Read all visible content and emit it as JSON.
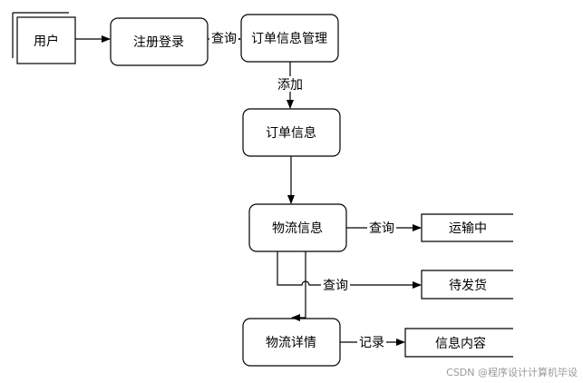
{
  "diagram": {
    "colors": {
      "stroke": "#000000",
      "fill": "#ffffff",
      "text": "#000000",
      "watermark": "#9a9a9a"
    },
    "external_entity": {
      "label": "用户"
    },
    "processes": {
      "register_login": "注册登录",
      "order_info_mgmt": "订单信息管理",
      "order_info": "订单信息",
      "logistics_info": "物流信息",
      "logistics_detail": "物流详情"
    },
    "data_stores": {
      "in_transit": "运输中",
      "pending_shipment": "待发货",
      "info_content": "信息内容"
    },
    "edge_labels": {
      "query_1": "查询",
      "add": "添加",
      "query_2": "查询",
      "query_3": "查询",
      "record": "记录"
    }
  },
  "watermark": "CSDN @程序设计计算机毕设"
}
